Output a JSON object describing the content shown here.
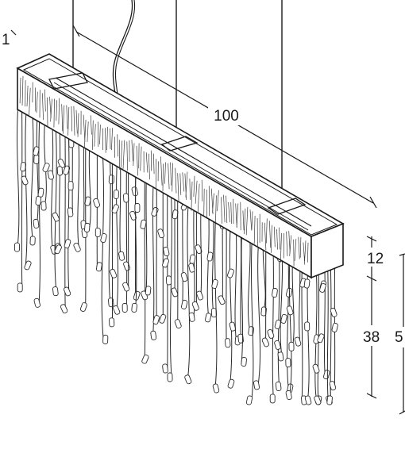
{
  "drawing": {
    "dimensions": {
      "length": "100",
      "body_height": "12",
      "drop_length": "38",
      "total_height_partial": "5",
      "width_partial": "1"
    },
    "colors": {
      "ink": "#1a1a1a",
      "background": "#ffffff"
    }
  }
}
